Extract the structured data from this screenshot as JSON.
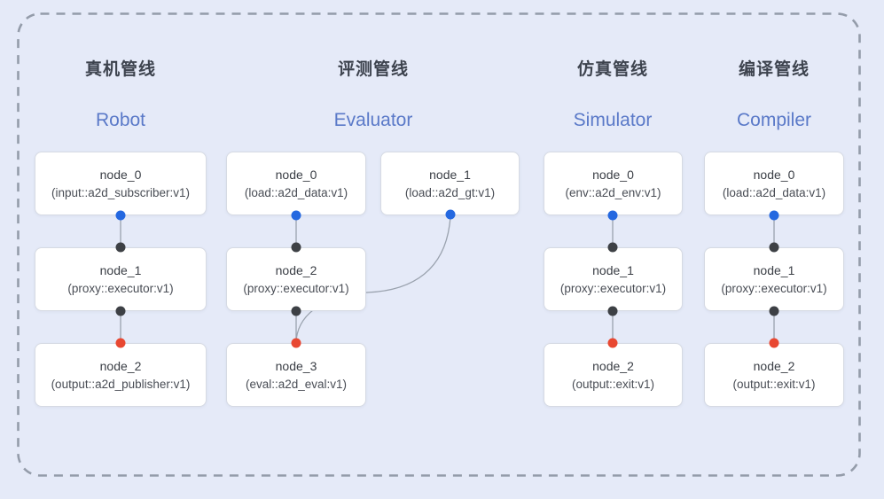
{
  "colors": {
    "background": "#e5eaf8",
    "border_dash": "#949caa",
    "node_bg": "#ffffff",
    "node_border": "#d6dae3",
    "title_cn": "#3d434e",
    "title_en": "#5a79c8",
    "node_text": "#3a3e45",
    "line": "#9aa2ae",
    "dot_blue": "#2468e0",
    "dot_dark": "#3d4045",
    "dot_red": "#e84731"
  },
  "pipelines": [
    {
      "title_cn": "真机管线",
      "title_en": "Robot",
      "nodes": [
        {
          "name": "node_0",
          "type": "(input::a2d_subscriber:v1)"
        },
        {
          "name": "node_1",
          "type": "(proxy::executor:v1)"
        },
        {
          "name": "node_2",
          "type": "(output::a2d_publisher:v1)"
        }
      ]
    },
    {
      "title_cn": "评测管线",
      "title_en": "Evaluator",
      "nodes": [
        {
          "name": "node_0",
          "type": "(load::a2d_data:v1)"
        },
        {
          "name": "node_1",
          "type": "(load::a2d_gt:v1)"
        },
        {
          "name": "node_2",
          "type": "(proxy::executor:v1)"
        },
        {
          "name": "node_3",
          "type": "(eval::a2d_eval:v1)"
        }
      ]
    },
    {
      "title_cn": "仿真管线",
      "title_en": "Simulator",
      "nodes": [
        {
          "name": "node_0",
          "type": "(env::a2d_env:v1)"
        },
        {
          "name": "node_1",
          "type": "(proxy::executor:v1)"
        },
        {
          "name": "node_2",
          "type": "(output::exit:v1)"
        }
      ]
    },
    {
      "title_cn": "编译管线",
      "title_en": "Compiler",
      "nodes": [
        {
          "name": "node_0",
          "type": "(load::a2d_data:v1)"
        },
        {
          "name": "node_1",
          "type": "(proxy::executor:v1)"
        },
        {
          "name": "node_2",
          "type": "(output::exit:v1)"
        }
      ]
    }
  ]
}
